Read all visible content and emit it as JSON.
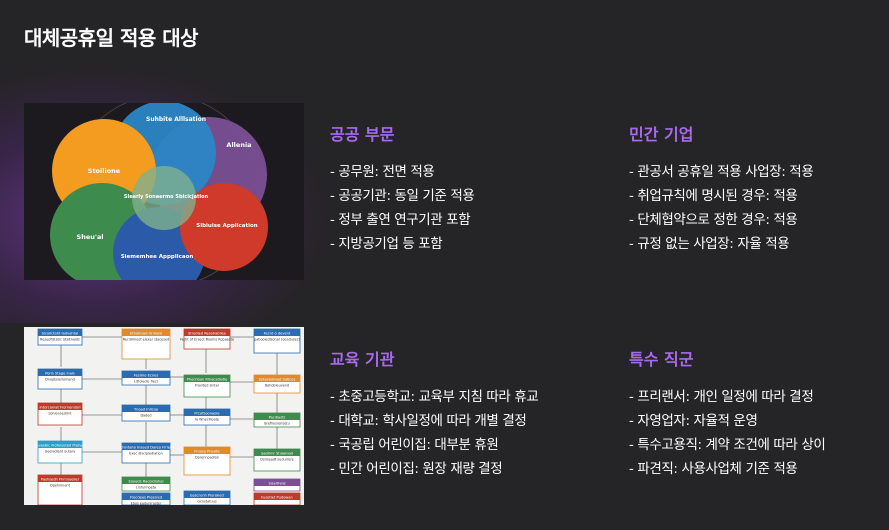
{
  "page": {
    "title": "대체공휴일 적용 대상"
  },
  "sections": [
    {
      "heading": "공공 부문",
      "items": [
        "- 공무원: 전면 적용",
        "- 공공기관: 동일 기준 적용",
        "- 정부 출연 연구기관 포함",
        "- 지방공기업 등 포함"
      ]
    },
    {
      "heading": "민간 기업",
      "items": [
        "- 관공서 공휴일 적용 사업장: 적용",
        "- 취업규칙에 명시된 경우: 적용",
        "- 단체협약으로 정한 경우: 적용",
        "- 규정 없는 사업장: 자율 적용"
      ]
    },
    {
      "heading": "교육 기관",
      "items": [
        "- 초중고등학교: 교육부 지침 따라 휴교",
        "- 대학교: 학사일정에 따라 개별 결정",
        "- 국공립 어린이집: 대부분 휴원",
        "- 민간 어린이집: 원장 재량 결정"
      ]
    },
    {
      "heading": "특수 직군",
      "items": [
        "- 프리랜서: 개인 일정에 따라 결정",
        "- 자영업자: 자율적 운영",
        "- 특수고용직: 계약 조건에 따라 상이",
        "- 파견직: 사용사업체 기준 적용"
      ]
    }
  ],
  "venn_image": {
    "labels": [
      "Stoilione",
      "Suhbite Alllsation",
      "Allenia",
      "Slearly Sonaermo Sbicicjation",
      "Sheu'al",
      "Sibiuise Application",
      "Siememhee Appplicaon"
    ],
    "colors": {
      "orange": "#f39c1f",
      "blue": "#2b86c5",
      "purple": "#7a4f93",
      "green": "#3e8b4e",
      "red": "#cf3a2b",
      "navy": "#2b5aa8"
    }
  },
  "flow_image": {
    "boxes": [
      {
        "title": "Sicolictaht Iadvehtal",
        "body": "Reseofistatic Staitnalds"
      },
      {
        "title": "Etholiciad Iiciliosd",
        "body": "Recidimeof elexer stacesed"
      },
      {
        "title": "Stredied Resohabilee",
        "body": "Fedrt of Ersect Rooms Ropasate"
      },
      {
        "title": "Fecrd o devent",
        "body": "pabooledisonal socadusect"
      },
      {
        "title": "Poris Stage inals",
        "body": "Dnoptaleriomand"
      },
      {
        "title": "Fesmio Ecnes",
        "body": "Littoledic fiect"
      },
      {
        "title": "Phochbon Rinacsdiatle",
        "body": "Frovited sinter"
      },
      {
        "title": "Sotasialsnad Sabces",
        "body": "Bohobieuvend"
      },
      {
        "title": "Intorcaniat Frornendorl",
        "body": "Sohionsedrint"
      },
      {
        "title": "Tnoad Inllcoa",
        "body": "Daded"
      },
      {
        "title": "Prcofsoonasre",
        "body": "Ia Wnecllioate"
      },
      {
        "title": "Pacdiasts",
        "body": "Brefiiosrensetu"
      },
      {
        "title": "Gevesbic Frofoisuted Prehent",
        "body": "Geeiadiant outary"
      },
      {
        "title": "Chintaho Inseed Dareo Frrien",
        "body": "Exoc disciplediation"
      },
      {
        "title": "Frnosa Proulte",
        "body": "Dprennoadion"
      },
      {
        "title": "Sadlnnr Stulaniad",
        "body": "Dsriseadt sudurrere"
      },
      {
        "title": "Pashsedh Fhmnoelier",
        "body": "Dpehninent"
      },
      {
        "title": "Eooeds Racoidiohal",
        "body": "Lrsfulmoeta"
      },
      {
        "title": "Eescrunh Plorahed",
        "body": "Gcnstatuus"
      },
      {
        "title": "Frocdeas Plessred",
        "body": "Ebos eaduniraster"
      },
      {
        "title": "Siseltlvial",
        "body": ""
      },
      {
        "title": "Fusotiet Pudowen",
        "body": ""
      }
    ]
  }
}
